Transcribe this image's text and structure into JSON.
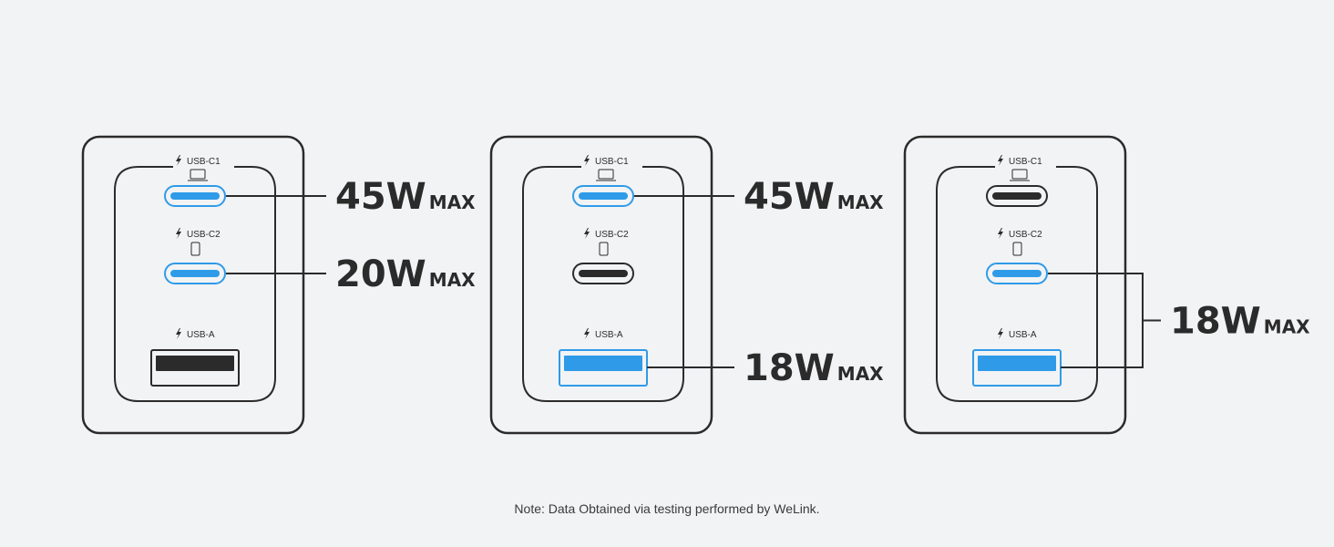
{
  "colors": {
    "background": "#f2f3f5",
    "outline": "#2b2b2b",
    "active_port": "#2f9be8",
    "inactive_port": "#2b2b2b"
  },
  "port_labels": {
    "c1": "USB-C1",
    "c2": "USB-C2",
    "a": "USB-A"
  },
  "icons": {
    "bolt": "lightning-bolt-icon",
    "c1": "laptop-icon",
    "c2": "phone-icon"
  },
  "watt_unit": "MAX",
  "configurations": [
    {
      "active_ports": [
        "c1",
        "c2"
      ],
      "outputs": [
        {
          "ports": [
            "c1"
          ],
          "watts": "45W",
          "unit": "MAX"
        },
        {
          "ports": [
            "c2"
          ],
          "watts": "20W",
          "unit": "MAX"
        }
      ]
    },
    {
      "active_ports": [
        "c1",
        "a"
      ],
      "outputs": [
        {
          "ports": [
            "c1"
          ],
          "watts": "45W",
          "unit": "MAX"
        },
        {
          "ports": [
            "a"
          ],
          "watts": "18W",
          "unit": "MAX"
        }
      ]
    },
    {
      "active_ports": [
        "c2",
        "a"
      ],
      "outputs": [
        {
          "ports": [
            "c2",
            "a"
          ],
          "watts": "18W",
          "unit": "MAX"
        }
      ]
    }
  ],
  "note": "Note: Data Obtained via testing performed by WeLink."
}
